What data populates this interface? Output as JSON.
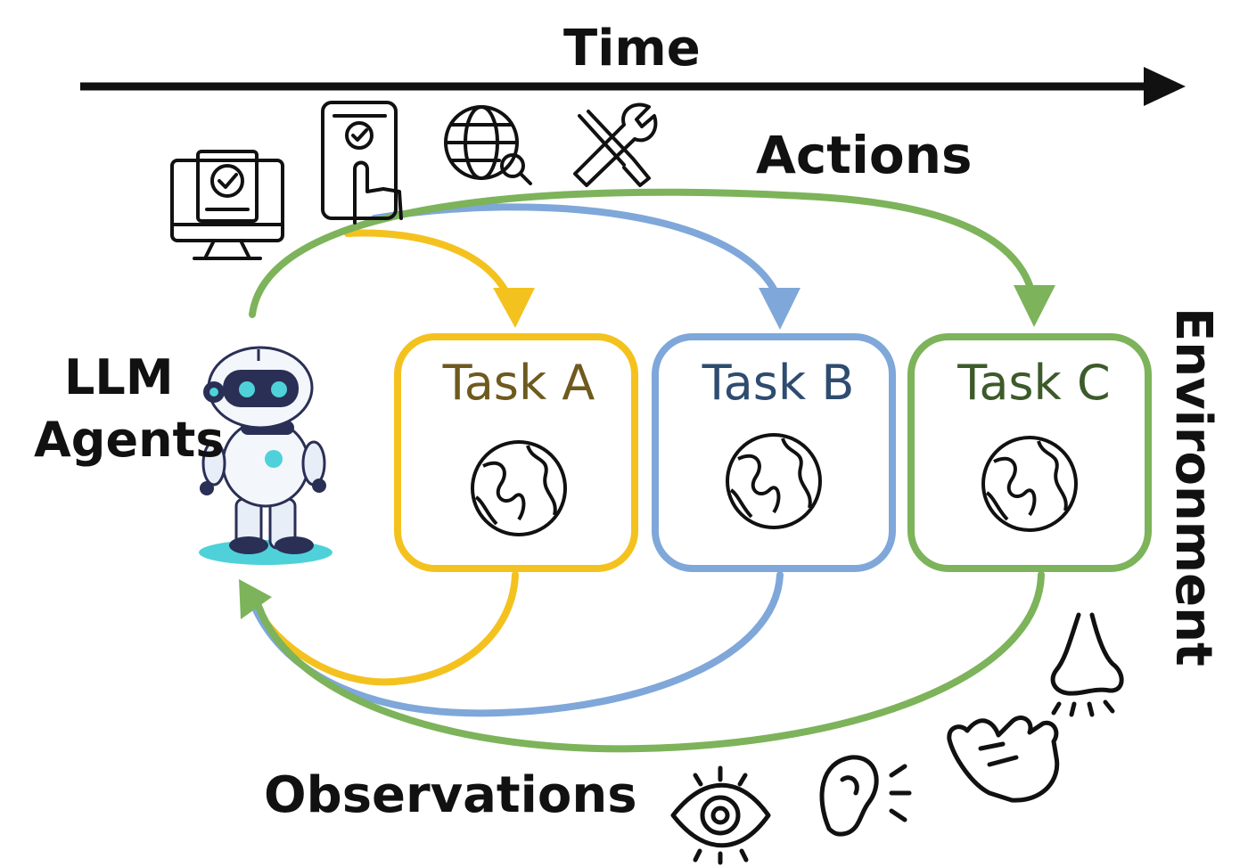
{
  "labels": {
    "time": "Time",
    "actions": "Actions",
    "agents_line1": "LLM",
    "agents_line2": "Agents",
    "observations": "Observations",
    "environment": "Environment"
  },
  "tasks": [
    {
      "title": "Task A",
      "color": "#f4c21f",
      "text_color": "#6e5a1e"
    },
    {
      "title": "Task B",
      "color": "#7fa7d9",
      "text_color": "#2e4c6f"
    },
    {
      "title": "Task C",
      "color": "#7db35a",
      "text_color": "#3d5a2a"
    }
  ],
  "colors": {
    "arrow": "#111111",
    "task_a": "#f4c21f",
    "task_b": "#7fa7d9",
    "task_c": "#7db35a"
  },
  "icons": {
    "actions": [
      "computer-check-icon",
      "phone-touch-icon",
      "web-search-icon",
      "tools-icon"
    ],
    "observations": [
      "eye-icon",
      "ear-icon",
      "hand-icon",
      "nose-icon"
    ],
    "agent": "robot-icon",
    "environment": "globe-icon"
  }
}
